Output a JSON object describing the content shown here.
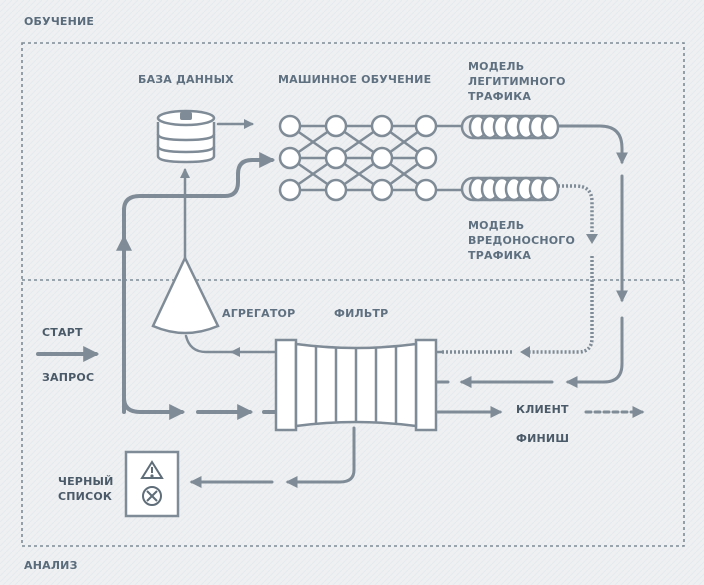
{
  "sections": {
    "training": "ОБУЧЕНИЕ",
    "analysis": "АНАЛИЗ"
  },
  "labels": {
    "database": "БАЗА ДАННЫХ",
    "machine_learning": "МАШИННОЕ ОБУЧЕНИЕ",
    "legit_model": [
      "МОДЕЛЬ",
      "ЛЕГИТИМНОГО",
      "ТРАФИКА"
    ],
    "malicious_model": [
      "МОДЕЛЬ",
      "ВРЕДОНОСНОГО",
      "ТРАФИКА"
    ],
    "aggregator": "АГРЕГАТОР",
    "filter": "ФИЛЬТР",
    "start": "СТАРТ",
    "request": "ЗАПРОС",
    "client": "КЛИЕНТ",
    "finish": "ФИНИШ",
    "blacklist": [
      "ЧЕРНЫЙ",
      "СПИСОК"
    ]
  },
  "icons": {
    "blacklist": [
      "warning-triangle-icon",
      "cross-circle-icon"
    ]
  },
  "colors": {
    "line": "#7f8b96",
    "line_light": "#ffffff",
    "text": "#5f7080",
    "background": "#eef0f2"
  }
}
